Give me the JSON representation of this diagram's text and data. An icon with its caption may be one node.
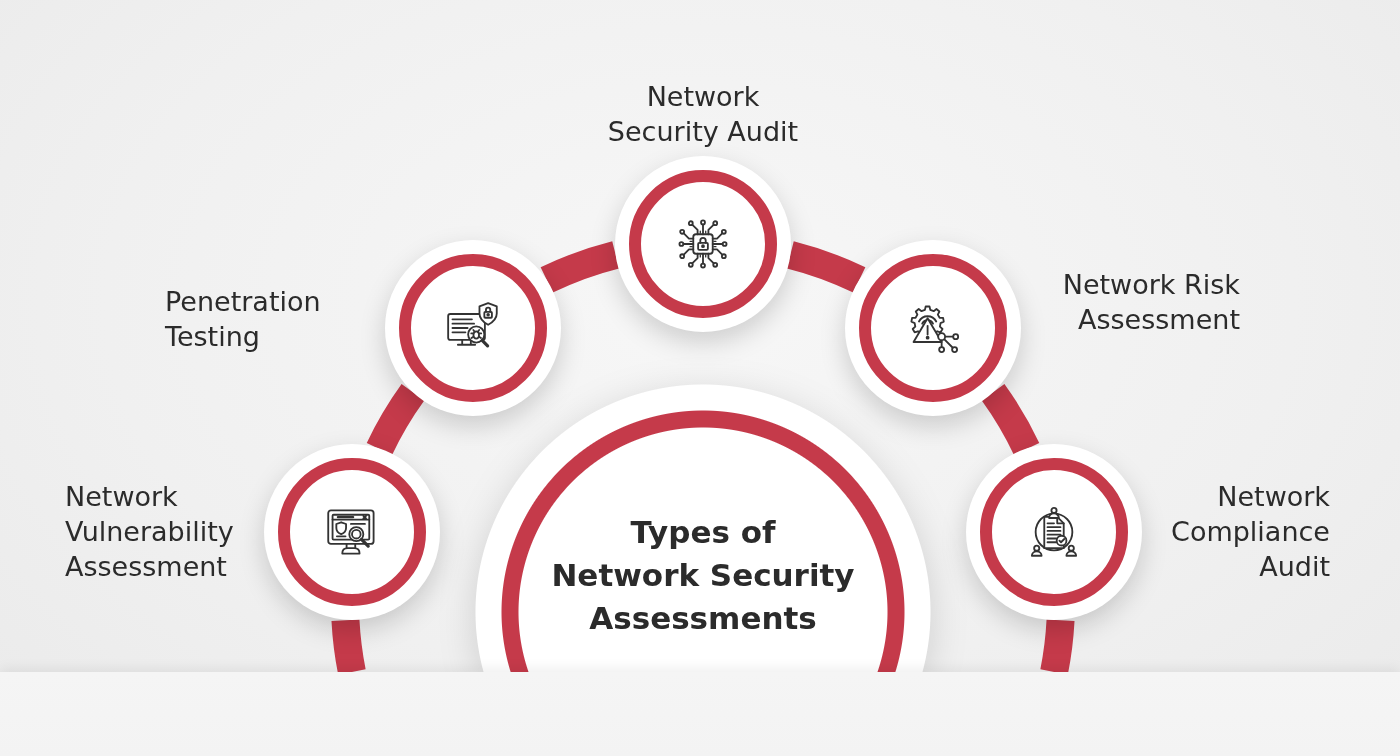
{
  "diagram": {
    "nodes": [
      {
        "text": [
          "Types of Network Security Assessments"
        ]
      },
      {
        "text": [
          "Network Vulnerability Assessment"
        ]
      },
      {
        "text": [
          "Penetration Testing"
        ]
      },
      {
        "text": [
          "Network Security Audit"
        ]
      },
      {
        "text": [
          "Network Risk Assessment"
        ]
      },
      {
        "text": [
          "Network Compliance Audit"
        ]
      },
      {
        "text": [],
        "shape": "bar"
      }
    ],
    "edges": [
      {
        "from": 6,
        "to": 1,
        "arrow": "none"
      },
      {
        "from": 1,
        "to": 2,
        "arrow": "none"
      },
      {
        "from": 2,
        "to": 3,
        "arrow": "none"
      },
      {
        "from": 3,
        "to": 4,
        "arrow": "none"
      },
      {
        "from": 4,
        "to": 5,
        "arrow": "none"
      },
      {
        "from": 5,
        "to": 6,
        "arrow": "none"
      }
    ]
  }
}
